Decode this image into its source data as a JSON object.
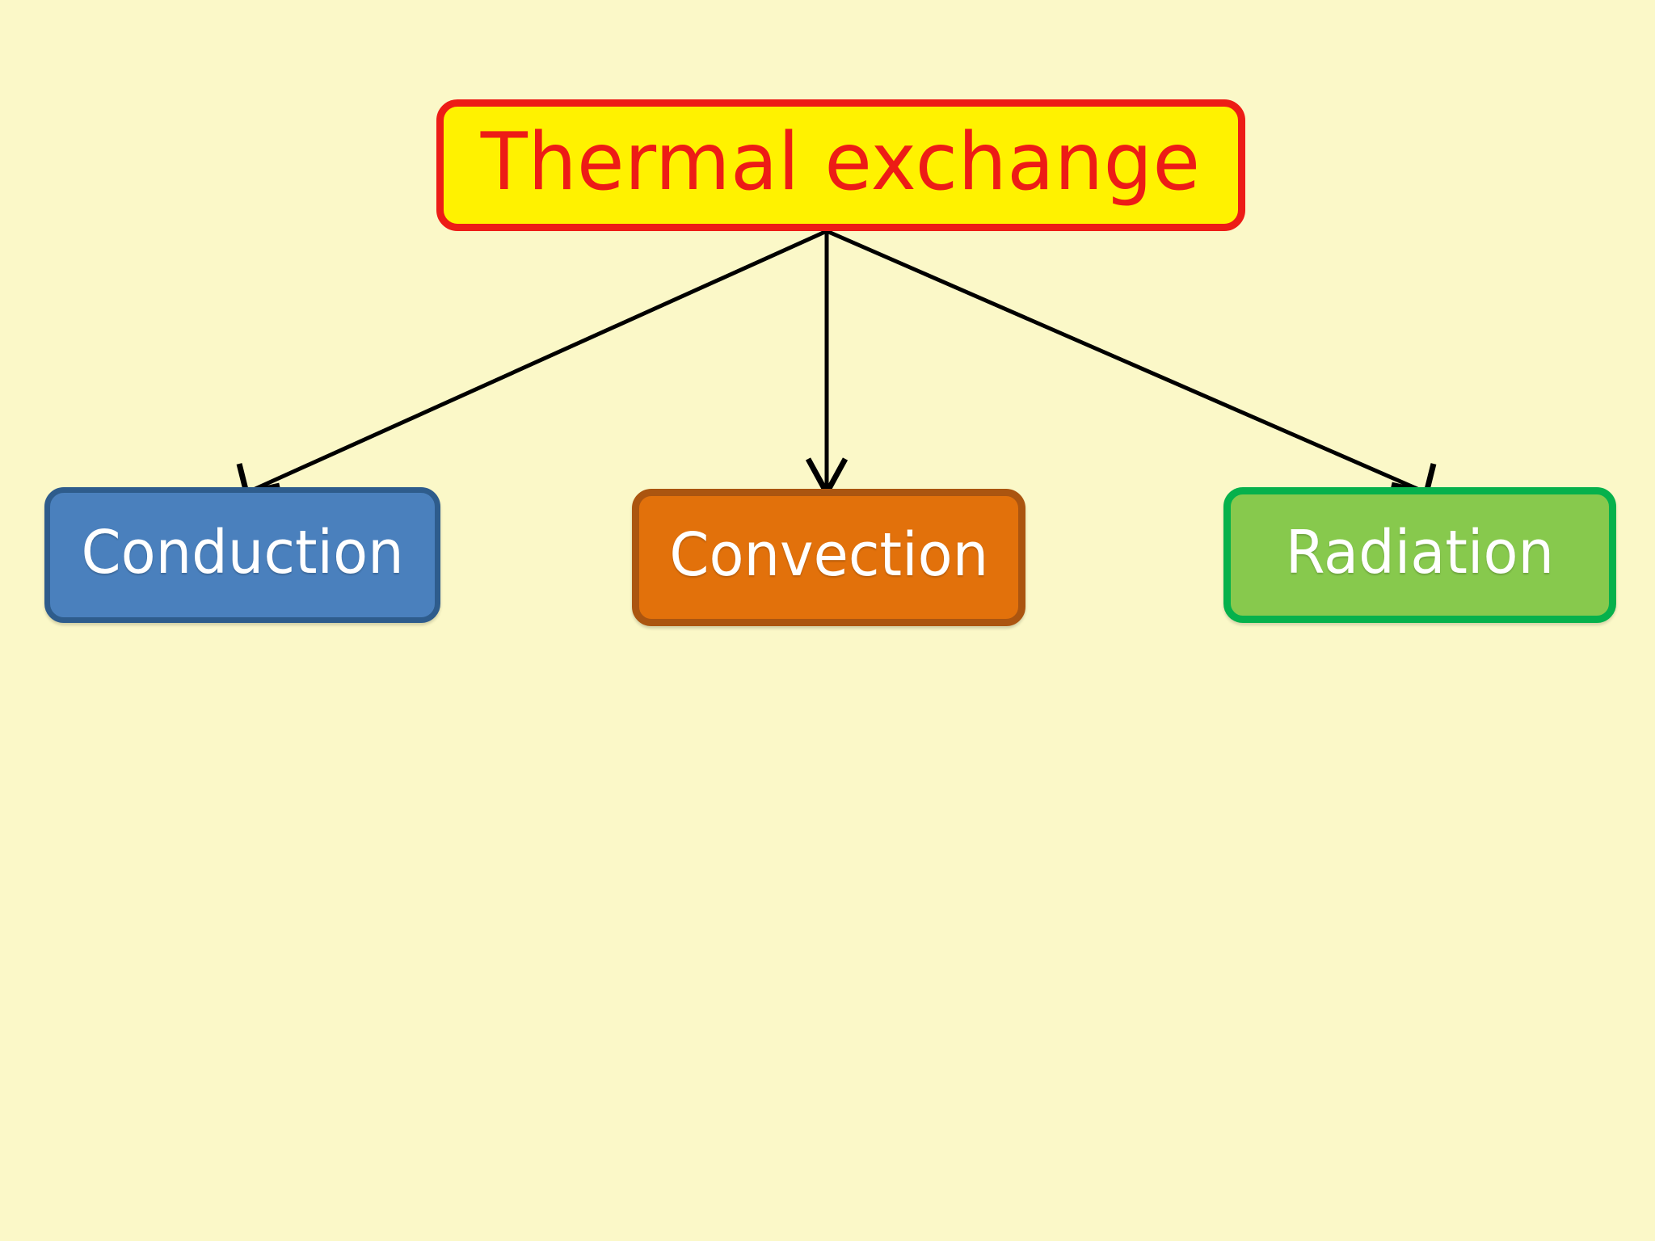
{
  "diagram": {
    "title": "Thermal exchange",
    "background_color": "#fbf8c8",
    "root": {
      "label": "Thermal exchange",
      "fill_color": "#fff200",
      "border_color": "#ed1c16",
      "text_color": "#ed1c16"
    },
    "children": [
      {
        "label": "Conduction",
        "fill_color": "#4a80bd",
        "border_color": "#2e5c8c",
        "text_color": "#ffffff"
      },
      {
        "label": "Convection",
        "fill_color": "#e2710b",
        "border_color": "#ab5510",
        "text_color": "#ffffff"
      },
      {
        "label": "Radiation",
        "fill_color": "#87c94d",
        "border_color": "#06b14c",
        "text_color": "#ffffff"
      }
    ],
    "connectors": {
      "style": "straight-line-open-arrowhead",
      "color": "#000000",
      "count": 3,
      "origin_label": "Thermal exchange",
      "target_labels": [
        "Conduction",
        "Convection",
        "Radiation"
      ]
    }
  }
}
